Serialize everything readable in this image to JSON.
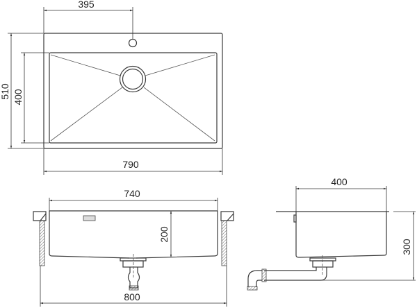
{
  "dimensions": {
    "top_tap_offset": "395",
    "top_overall_depth": "510",
    "top_bowl_depth": "400",
    "top_overall_width": "790",
    "front_bowl_width": "740",
    "front_bowl_height": "200",
    "front_cutout_width": "800",
    "side_bowl_width": "400",
    "side_total_height": "300"
  },
  "colors": {
    "line": "#3a3a3a",
    "background": "#ffffff"
  }
}
